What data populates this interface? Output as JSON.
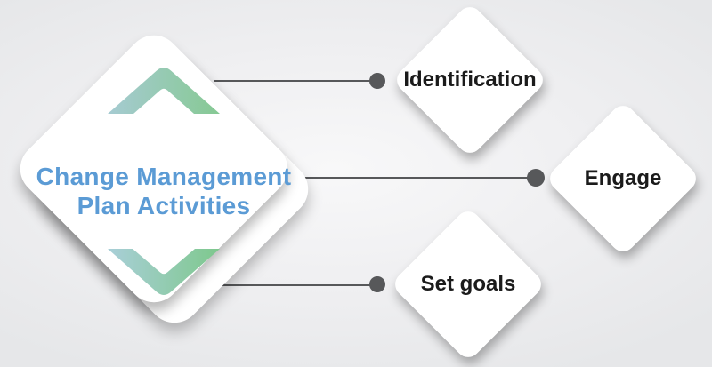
{
  "main_diamond": {
    "title_line1": "Change Management",
    "title_line2": "Plan Activities"
  },
  "nodes": [
    {
      "label": "Identification"
    },
    {
      "label": "Engage"
    },
    {
      "label": "Set goals"
    }
  ],
  "icons": [
    "chevron-up-icon",
    "chevron-down-icon"
  ],
  "colors": {
    "accent_blue": "#5b9bd5",
    "chevron_teal": "#a6cbd2",
    "chevron_green": "#86c993",
    "connector_gray": "#57585a",
    "node_text": "#1b1b1b",
    "diamond_fill": "#ffffff",
    "background": "#e9eaec"
  }
}
